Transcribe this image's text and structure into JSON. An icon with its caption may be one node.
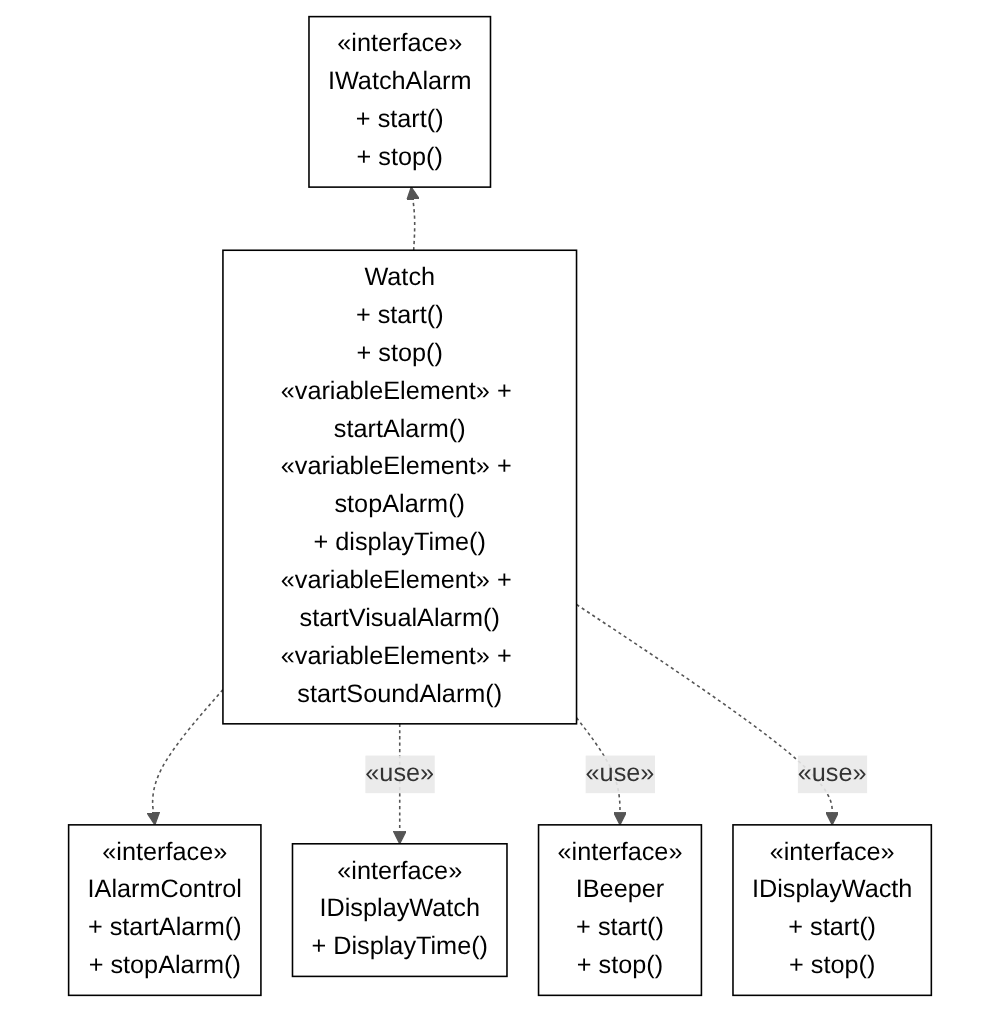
{
  "diagram": {
    "nodes": [
      {
        "text": [
          "«interface»",
          "IWatchAlarm",
          "+ start()",
          "+ stop()"
        ]
      },
      {
        "text": [
          "«interface»",
          "IAlarmControl",
          "+ startAlarm()",
          "+ stopAlarm()"
        ]
      },
      {
        "text": [
          "Watch",
          "+ start()",
          "+ stop()",
          "«variableElement» + startAlarm()",
          "«variableElement» + stopAlarm()",
          "+ displayTime()",
          "«variableElement» + startVisualAlarm()",
          "«variableElement» + startSoundAlarm()"
        ]
      },
      {
        "text": [
          "«interface»",
          "IDisplayWatch",
          "+ DisplayTime()"
        ]
      },
      {
        "text": [
          "«interface»",
          "IBeeper",
          "+ start()",
          "+ stop()"
        ]
      },
      {
        "text": [
          "«interface»",
          "IDisplayWacth",
          "+ start()",
          "+ stop()"
        ]
      }
    ],
    "edges": [
      {
        "from": 2,
        "to": 0,
        "arrow": "to",
        "style": "dashed"
      },
      {
        "from": 2,
        "to": 1,
        "arrow": "to",
        "style": "dashed"
      },
      {
        "from": 2,
        "to": 3,
        "arrow": "to",
        "style": "dashed",
        "label": "«use»"
      },
      {
        "from": 2,
        "to": 4,
        "arrow": "to",
        "style": "dashed",
        "label": "«use»"
      },
      {
        "from": 2,
        "to": 5,
        "arrow": "to",
        "style": "dashed",
        "label": "«use»"
      }
    ]
  }
}
